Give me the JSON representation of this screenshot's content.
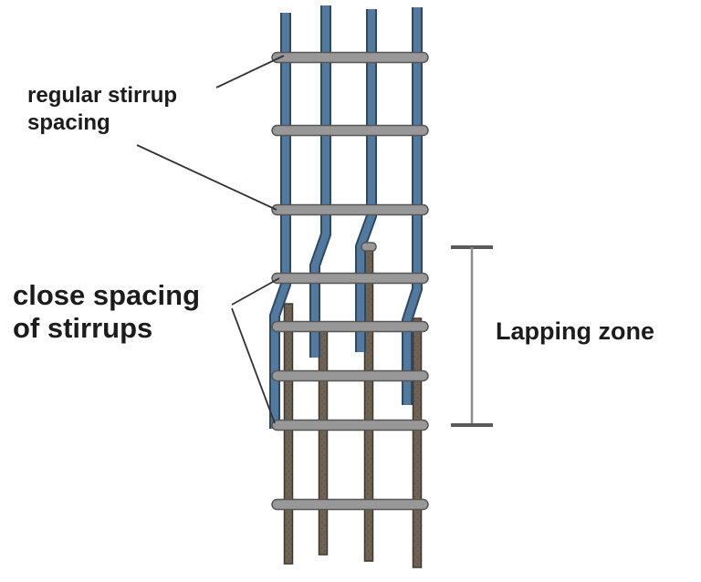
{
  "diagram": {
    "labels": {
      "regular_spacing_line1": "regular stirrup",
      "regular_spacing_line2": "spacing",
      "close_spacing_line1": "close spacing",
      "close_spacing_line2": "of stirrups",
      "lapping_zone": "Lapping zone"
    },
    "colors": {
      "background": "#ffffff",
      "upper_bar_blue": "#53799f",
      "upper_bar_edge": "#2c4a63",
      "lower_bar_brown": "#6f6354",
      "lower_bar_edge": "#3e372d",
      "stirrup_gray": "#989898",
      "stirrup_edge": "#555555",
      "leader_line": "#333333",
      "dimension_line": "#8c8c8c",
      "dimension_cap": "#5a5a5a",
      "text": "#1c1c1c"
    }
  }
}
